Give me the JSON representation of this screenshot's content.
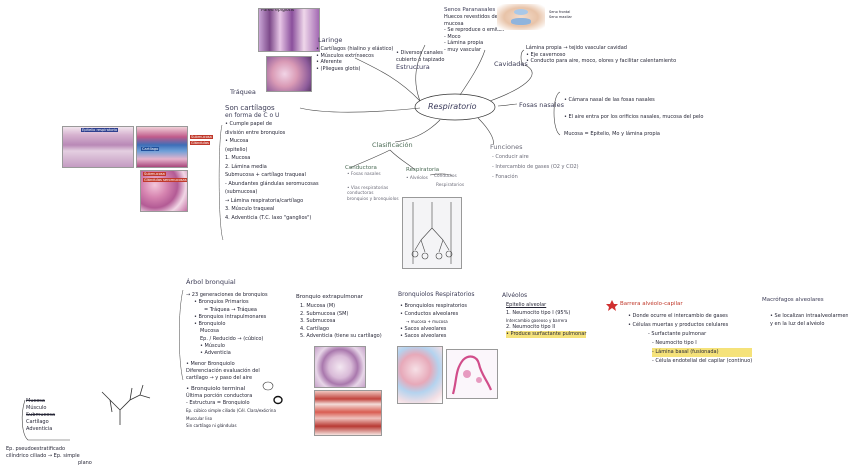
{
  "center": {
    "title": "Respiratorio"
  },
  "branches": {
    "laringe": {
      "title": "Laringe",
      "lines": [
        "• Cartílagos (hialino y elástico)",
        "• Músculos extrínsecos",
        "• Aferente",
        "• (Pliegues glotis)"
      ]
    },
    "conductos_aereos": {
      "lines": [
        "• Diversos canales",
        "cubierto o tapizado",
        "Estructura"
      ]
    },
    "senos": {
      "title": "Senos Paranasales",
      "lines": [
        "Huecos revestidos de",
        "mucosa",
        "- Se reproduce o emiten",
        "- Moco",
        "- Lámina propia",
        "- muy vascular"
      ],
      "figure_labels": [
        "Seno frontal",
        "Seno maxilar"
      ]
    },
    "cavidades": {
      "title": "Cavidades",
      "lines": [
        "Lámina propia → tejido vascular cavidad",
        "• Eje cavernoso",
        "• Conducto para aire, moco, olores y facilitar calentamiento"
      ]
    },
    "fosas_nasales": {
      "title": "Fosas nasales",
      "lines": [
        "• Cámara nasal de las fosas nasales",
        "• El aire entra por los orificios nasales, mucosa del pelo",
        "Mucosa = Epitelio, Mo y lámina propia"
      ]
    },
    "traquea": {
      "title": "Tráquea",
      "lines": [
        "Son cartílagos",
        "en forma de C o U",
        "• Cumple papel de",
        "división entre bronquios",
        "• Mucosa",
        "(epitelio)",
        "1. Mucosa",
        "2. Lámina media",
        "Submucosa + cartílago traqueal",
        "- Abundantes glándulas seromucosas",
        "(submucosa)",
        "→ Lámina respiratoria/cartílago",
        "3. Músculo traqueal",
        "4. Adventicia (T.C. laxo \"ganglios\")"
      ],
      "image_labels": [
        "Epitelio respiratorio",
        "Cartílago",
        "Submucosa",
        "Glándulas seromucosas"
      ]
    },
    "funciones": {
      "title": "Funciones",
      "lines": [
        "- Conducir aire",
        "- Intercambio de gases (O2 y CO2)",
        "- Fonación"
      ]
    },
    "clasificacion": {
      "title": "Clasificación",
      "left_title": "Conductora",
      "left_lines": [
        "• Fosas nasales",
        "• Vías respiratorias",
        "conductoras",
        "bronquios y bronquiolos"
      ],
      "right_title": "Respiratoria",
      "right_lines": [
        "• Alvéolos",
        "Conductos",
        "Respiratorios"
      ]
    }
  },
  "bottom": {
    "arbol": {
      "title": "Árbol bronquial",
      "lines": [
        "→ 23 generaciones de bronquios",
        "• Bronquios Primarios",
        "= Tráquea → Tráquea",
        "• Bronquios intrapulmonares",
        "• Bronquiolo",
        "Mucosa",
        "Ep. / Reducido → (cúbico)",
        "• Músculo",
        "• Adventicia",
        "• Menor Bronquiolo",
        "Diferenciación evaluación del",
        "cartílago → y paso del aire",
        "• Bronquiolo terminal",
        "Última porción conductora",
        "- Estructura = Bronquiolo",
        "Ep. cúbico simple ciliado (Cél. Clara/exócrina",
        "Muscular liso",
        "Sin cartílago ni glándulas"
      ]
    },
    "bronquio_extra": {
      "title": "Bronquio extrapulmonar",
      "lines": [
        "1. Mucosa (M)",
        "2. Submucosa (SM)",
        "3. Submucosa",
        "4. Cartílago",
        "5. Adventicia (tiene su cartílago)"
      ]
    },
    "bronquiolos_resp": {
      "title": "Bronquiolos Respiratorios",
      "lines": [
        "• Bronquiolos respiratorios",
        "• Conductos alveolares",
        "→ mucosa + mucosa",
        "• Sacos alveolares",
        "• Sacos alveolares"
      ]
    },
    "alveolos": {
      "title": "Alvéolos",
      "subtitle": "Epitelio alveolar",
      "lines": [
        "1. Neumocito tipo I (95%)",
        "Intercambio gaseoso y barrera",
        "2. Neumocito tipo II",
        "• Produce surfactante pulmonar"
      ],
      "highlight": "surfactante pulmonar"
    },
    "barrera": {
      "title": "Barrera alvéolo-capilar",
      "lines": [
        "• Donde ocurre el intercambio de gases",
        "• Células muertas y productos celulares",
        "- Surfactante pulmonar",
        "- Neumocito tipo I",
        "- Lámina basal (fusionada)",
        "- Célula endotelial del capilar (continuo)"
      ],
      "highlight": "(fusionada)"
    },
    "macrofagos": {
      "title": "Macrófagos alveolares",
      "lines": [
        "• Se localizan intraalveolarmente",
        "y en la luz del alvéolo"
      ]
    },
    "scribble": {
      "lines": [
        "Mucosa",
        "Músculo",
        "Submucosa",
        "Cartílago",
        "Adventicia"
      ],
      "bottom_lines": [
        "Ep. pseudoestratificado",
        "cilíndrico ciliado → Ep. simple",
        "plano"
      ]
    }
  },
  "figure_captions": {
    "laringe_top": "Pared epiglotis",
    "traquea_tag": "Submucosa",
    "traquea_tag2": "Glándulas"
  },
  "colors": {
    "ink": "#2a2a3a",
    "blue_ink": "#2c4e8a",
    "highlight": "#f5e27a",
    "accent_red": "#c0392b",
    "tissue_pink": "#d99ab5",
    "tissue_purple": "#7d4a8a"
  }
}
